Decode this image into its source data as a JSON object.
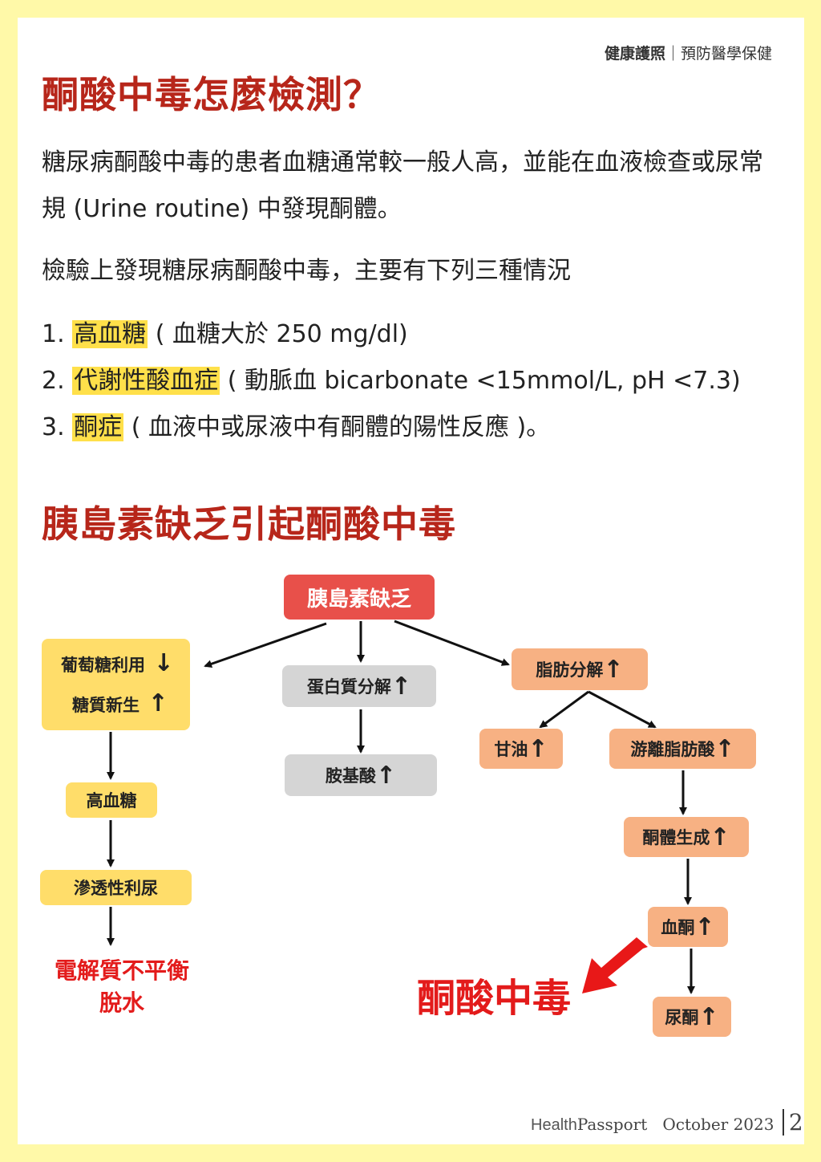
{
  "header": {
    "brand": "健康護照",
    "sep": "｜",
    "section": "預防醫學保健"
  },
  "section1": {
    "title": "酮酸中毒怎麼檢測？",
    "para1": "糖尿病酮酸中毒的患者血糖通常較一般人高，並能在血液檢查或尿常規 (Urine routine) 中發現酮體。",
    "para2": "檢驗上發現糖尿病酮酸中毒，主要有下列三種情況",
    "items": [
      {
        "num": "1.",
        "term": "高血糖",
        "detail": " ( 血糖大於 250 mg/dl)"
      },
      {
        "num": "2.",
        "term": "代謝性酸血症",
        "detail": " ( 動脈血 bicarbonate <15mmol/L, pH <7.3)"
      },
      {
        "num": "3.",
        "term": "酮症",
        "detail": " ( 血液中或尿液中有酮體的陽性反應 )。"
      }
    ]
  },
  "section2": {
    "title": "胰島素缺乏引起酮酸中毒",
    "diagram": {
      "root": "胰島素缺乏",
      "glucose_use": "葡萄糖利用",
      "gluconeogenesis": "糖質新生",
      "hyperglycemia": "高血糖",
      "osmotic_diuresis": "滲透性利尿",
      "result_left_1": "電解質不平衡",
      "result_left_2": "脫水",
      "protein": "蛋白質分解",
      "amino": "胺基酸",
      "lipolysis": "脂肪分解",
      "glycerol": "甘油",
      "ffa": "游離脂肪酸",
      "ketone_gen": "酮體生成",
      "blood_ketone": "血酮",
      "urine_ketone": "尿酮",
      "dka": "酮酸中毒"
    }
  },
  "footer": {
    "brand_a": "Health",
    "brand_b": "Passport",
    "date": "October 2023",
    "page": "2"
  }
}
